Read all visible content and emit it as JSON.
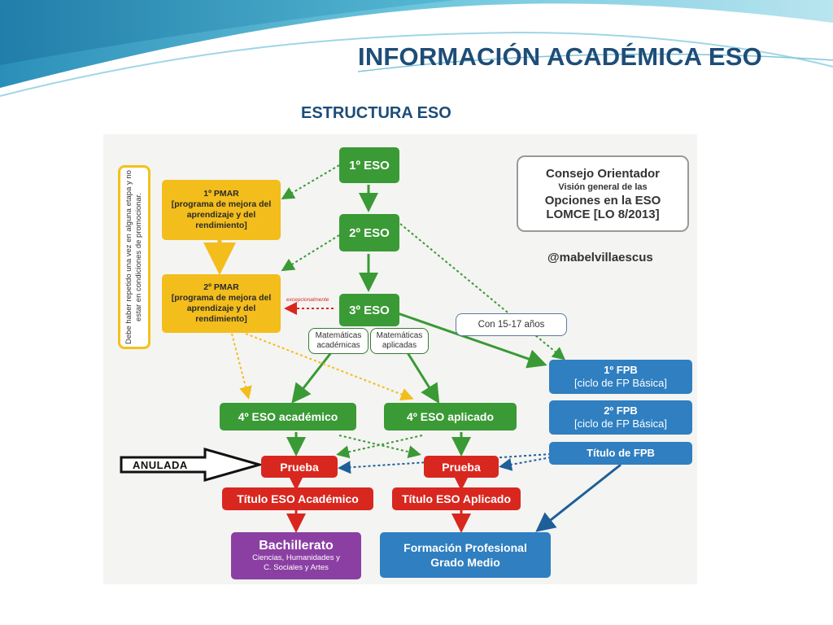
{
  "slide": {
    "title": "INFORMACIÓN ACADÉMICA ESO",
    "subtitle": "ESTRUCTURA ESO"
  },
  "colors": {
    "title": "#1e4d78",
    "green": "#3a9a35",
    "yellow": "#f3bd1c",
    "red": "#d8271f",
    "blue": "#2f7fc1",
    "purple": "#8b3fa3"
  },
  "diagram": {
    "consejo": {
      "line1": "Consejo Orientador",
      "line2": "Visión general de las",
      "line3": "Opciones en la ESO",
      "line4": "LOMCE [LO 8/2013]"
    },
    "handle": "@mabelvillaescus",
    "sidenote": "Debe haber repetido una vez en alguna etapa y no estar en condiciones de promocionar.",
    "eso1": "1º ESO",
    "eso2": "2º ESO",
    "eso3": "3º ESO",
    "pmar1": {
      "line1": "1º PMAR",
      "line2": "[programa de mejora del",
      "line3": "aprendizaje y del",
      "line4": "rendimiento]"
    },
    "pmar2": {
      "line1": "2º PMAR",
      "line2": "[programa de mejora del",
      "line3": "aprendizaje y del",
      "line4": "rendimiento]"
    },
    "excepcionalmente": "excepcionalmente",
    "mat_academicas": {
      "line1": "Matemáticas",
      "line2": "académicas"
    },
    "mat_aplicadas": {
      "line1": "Matemáticas",
      "line2": "aplicadas"
    },
    "con15": "Con 15-17 años",
    "fpb1": {
      "line1": "1º FPB",
      "line2": "[ciclo de FP Básica]"
    },
    "fpb2": {
      "line1": "2º FPB",
      "line2": "[ciclo de FP Básica]"
    },
    "titulo_fpb": "Título de FPB",
    "eso4_academico": "4º ESO académico",
    "eso4_aplicado": "4º ESO aplicado",
    "anulada": "ANULADA",
    "prueba_academico": "Prueba",
    "prueba_aplicado": "Prueba",
    "titulo_academico": "Título ESO Académico",
    "titulo_aplicado": "Título ESO Aplicado",
    "bachillerato": {
      "title": "Bachillerato",
      "sub1": "Ciencias, Humanidades y",
      "sub2": "C. Sociales y Artes"
    },
    "fp_medio": {
      "line1": "Formación Profesional",
      "line2": "Grado Medio"
    }
  }
}
